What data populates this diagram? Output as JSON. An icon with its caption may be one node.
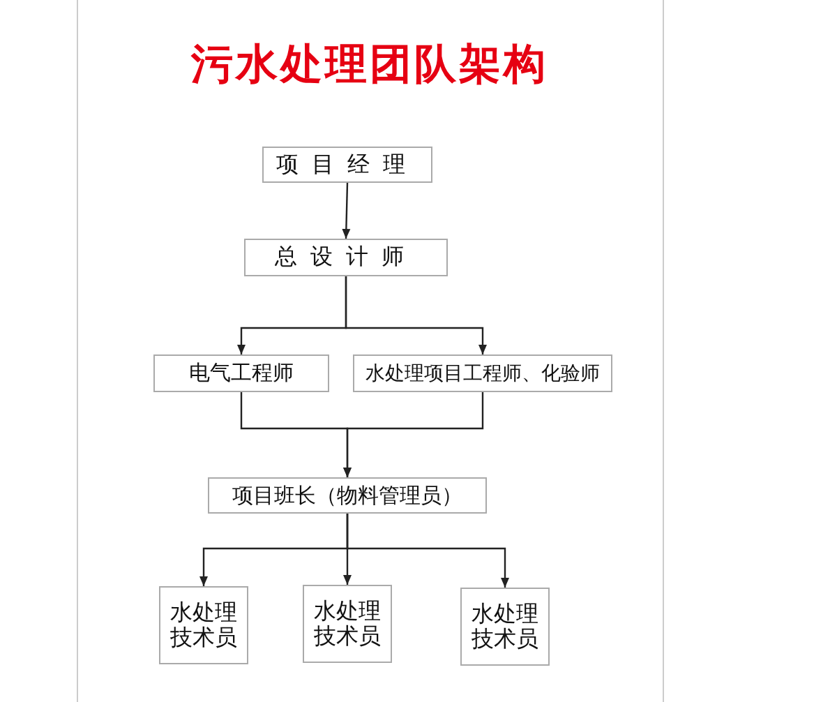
{
  "diagram": {
    "title": "污水处理团队架构",
    "nodes": [
      {
        "text": [
          "项目经理"
        ]
      },
      {
        "text": [
          "总设计师"
        ]
      },
      {
        "text": [
          "电气工程师"
        ]
      },
      {
        "text": [
          "水处理项目工程师、化验师"
        ]
      },
      {
        "text": [
          "项目班长（物料管理员）"
        ]
      },
      {
        "text": [
          "水处理技术员"
        ]
      },
      {
        "text": [
          "水处理技术员"
        ]
      },
      {
        "text": [
          "水处理技术员"
        ]
      }
    ],
    "edges": [
      {
        "from": 0,
        "to": 1,
        "arrow": "to"
      },
      {
        "from": 1,
        "to": 2,
        "arrow": "to"
      },
      {
        "from": 1,
        "to": 3,
        "arrow": "to"
      },
      {
        "from": 2,
        "to": 4,
        "arrow": "to"
      },
      {
        "from": 3,
        "to": 4,
        "arrow": "to"
      },
      {
        "from": 4,
        "to": 5,
        "arrow": "to"
      },
      {
        "from": 4,
        "to": 6,
        "arrow": "to"
      },
      {
        "from": 4,
        "to": 7,
        "arrow": "to"
      }
    ]
  }
}
